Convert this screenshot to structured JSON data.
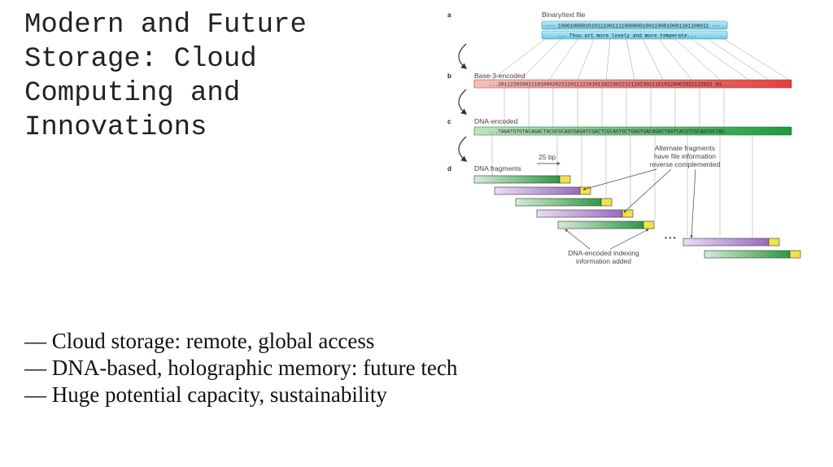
{
  "slide": {
    "title": "Modern and Future\nStorage: Cloud\nComputing and\nInnovations",
    "bullets": [
      "— Cloud storage: remote, global access",
      "— DNA-based, holographic memory: future tech",
      "— Huge potential capacity, sustainability"
    ]
  },
  "figure": {
    "panel_a": {
      "letter": "a",
      "label": "Binary/text file",
      "binary_seq": "··· 10001000010101110011110000001001100010001101100011 ···",
      "text_seq": "... Thou art more lovely and more temperate..."
    },
    "panel_b": {
      "letter": "b",
      "label": "Base-3-encoded",
      "seq": "...20112202002110100020221201112101011022302212110230211010120002022122021 01..."
    },
    "panel_c": {
      "letter": "c",
      "label": "DNA-encoded",
      "seq": "...TAGATGTGTACAGACTACGCGCAGCGAGATCGACTCGCAGTGCTGAGTGACAGACTAGTCACGTCGCAGCGCTAG..."
    },
    "panel_d": {
      "letter": "d",
      "label": "DNA fragments",
      "scale_label": "25 bp",
      "annotation_top": [
        "Alternate fragments",
        "have file information",
        "reverse complemented"
      ],
      "annotation_bottom": [
        "DNA-encoded indexing",
        "information added"
      ],
      "ellipsis": "• • •"
    },
    "colors": {
      "binary": "#7fd3ea",
      "base3": "#e85a5a",
      "dna": "#2fa84a",
      "fragment_green": "#3a9a4a",
      "fragment_purple": "#a87fc4",
      "index_yellow": "#f2e24a"
    }
  }
}
